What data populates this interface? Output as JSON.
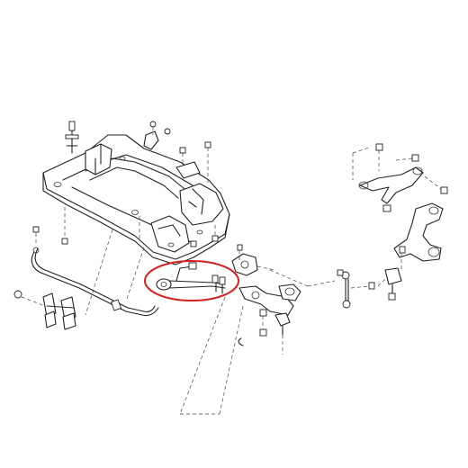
{
  "diagram": {
    "background": "#ffffff",
    "line_color": "#222222",
    "highlight": {
      "color": "#d42020",
      "shape": "ellipse"
    },
    "components": [
      "subframe",
      "stabilizer-bar",
      "stabilizer-bushings",
      "lower-control-arm",
      "steering-knuckle",
      "upper-control-arm",
      "stabilizer-link",
      "lower-arm-mount"
    ]
  }
}
